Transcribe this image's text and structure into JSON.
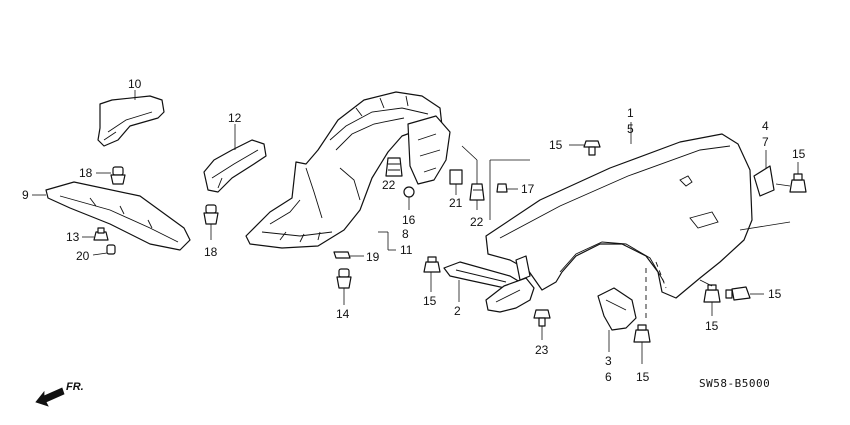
{
  "diagram": {
    "callouts": [
      {
        "id": "c10",
        "text": "10"
      },
      {
        "id": "c12",
        "text": "12"
      },
      {
        "id": "c18a",
        "text": "18"
      },
      {
        "id": "c9",
        "text": "9"
      },
      {
        "id": "c13",
        "text": "13"
      },
      {
        "id": "c20",
        "text": "20"
      },
      {
        "id": "c18b",
        "text": "18"
      },
      {
        "id": "c22a",
        "text": "22"
      },
      {
        "id": "c16",
        "text": "16"
      },
      {
        "id": "c21",
        "text": "21"
      },
      {
        "id": "c22b",
        "text": "22"
      },
      {
        "id": "c17",
        "text": "17"
      },
      {
        "id": "c8",
        "text": "8"
      },
      {
        "id": "c11",
        "text": "11"
      },
      {
        "id": "c19",
        "text": "19"
      },
      {
        "id": "c14",
        "text": "14"
      },
      {
        "id": "c1",
        "text": "1"
      },
      {
        "id": "c5",
        "text": "5"
      },
      {
        "id": "c15a",
        "text": "15"
      },
      {
        "id": "c4",
        "text": "4"
      },
      {
        "id": "c7",
        "text": "7"
      },
      {
        "id": "c15b",
        "text": "15"
      },
      {
        "id": "c15c",
        "text": "15"
      },
      {
        "id": "c2",
        "text": "2"
      },
      {
        "id": "c23",
        "text": "23"
      },
      {
        "id": "c3",
        "text": "3"
      },
      {
        "id": "c6",
        "text": "6"
      },
      {
        "id": "c15d",
        "text": "15"
      },
      {
        "id": "c15e",
        "text": "15"
      },
      {
        "id": "c15f",
        "text": "15"
      }
    ],
    "direction_label": "FR.",
    "diagram_code": "SW58-B5000"
  }
}
